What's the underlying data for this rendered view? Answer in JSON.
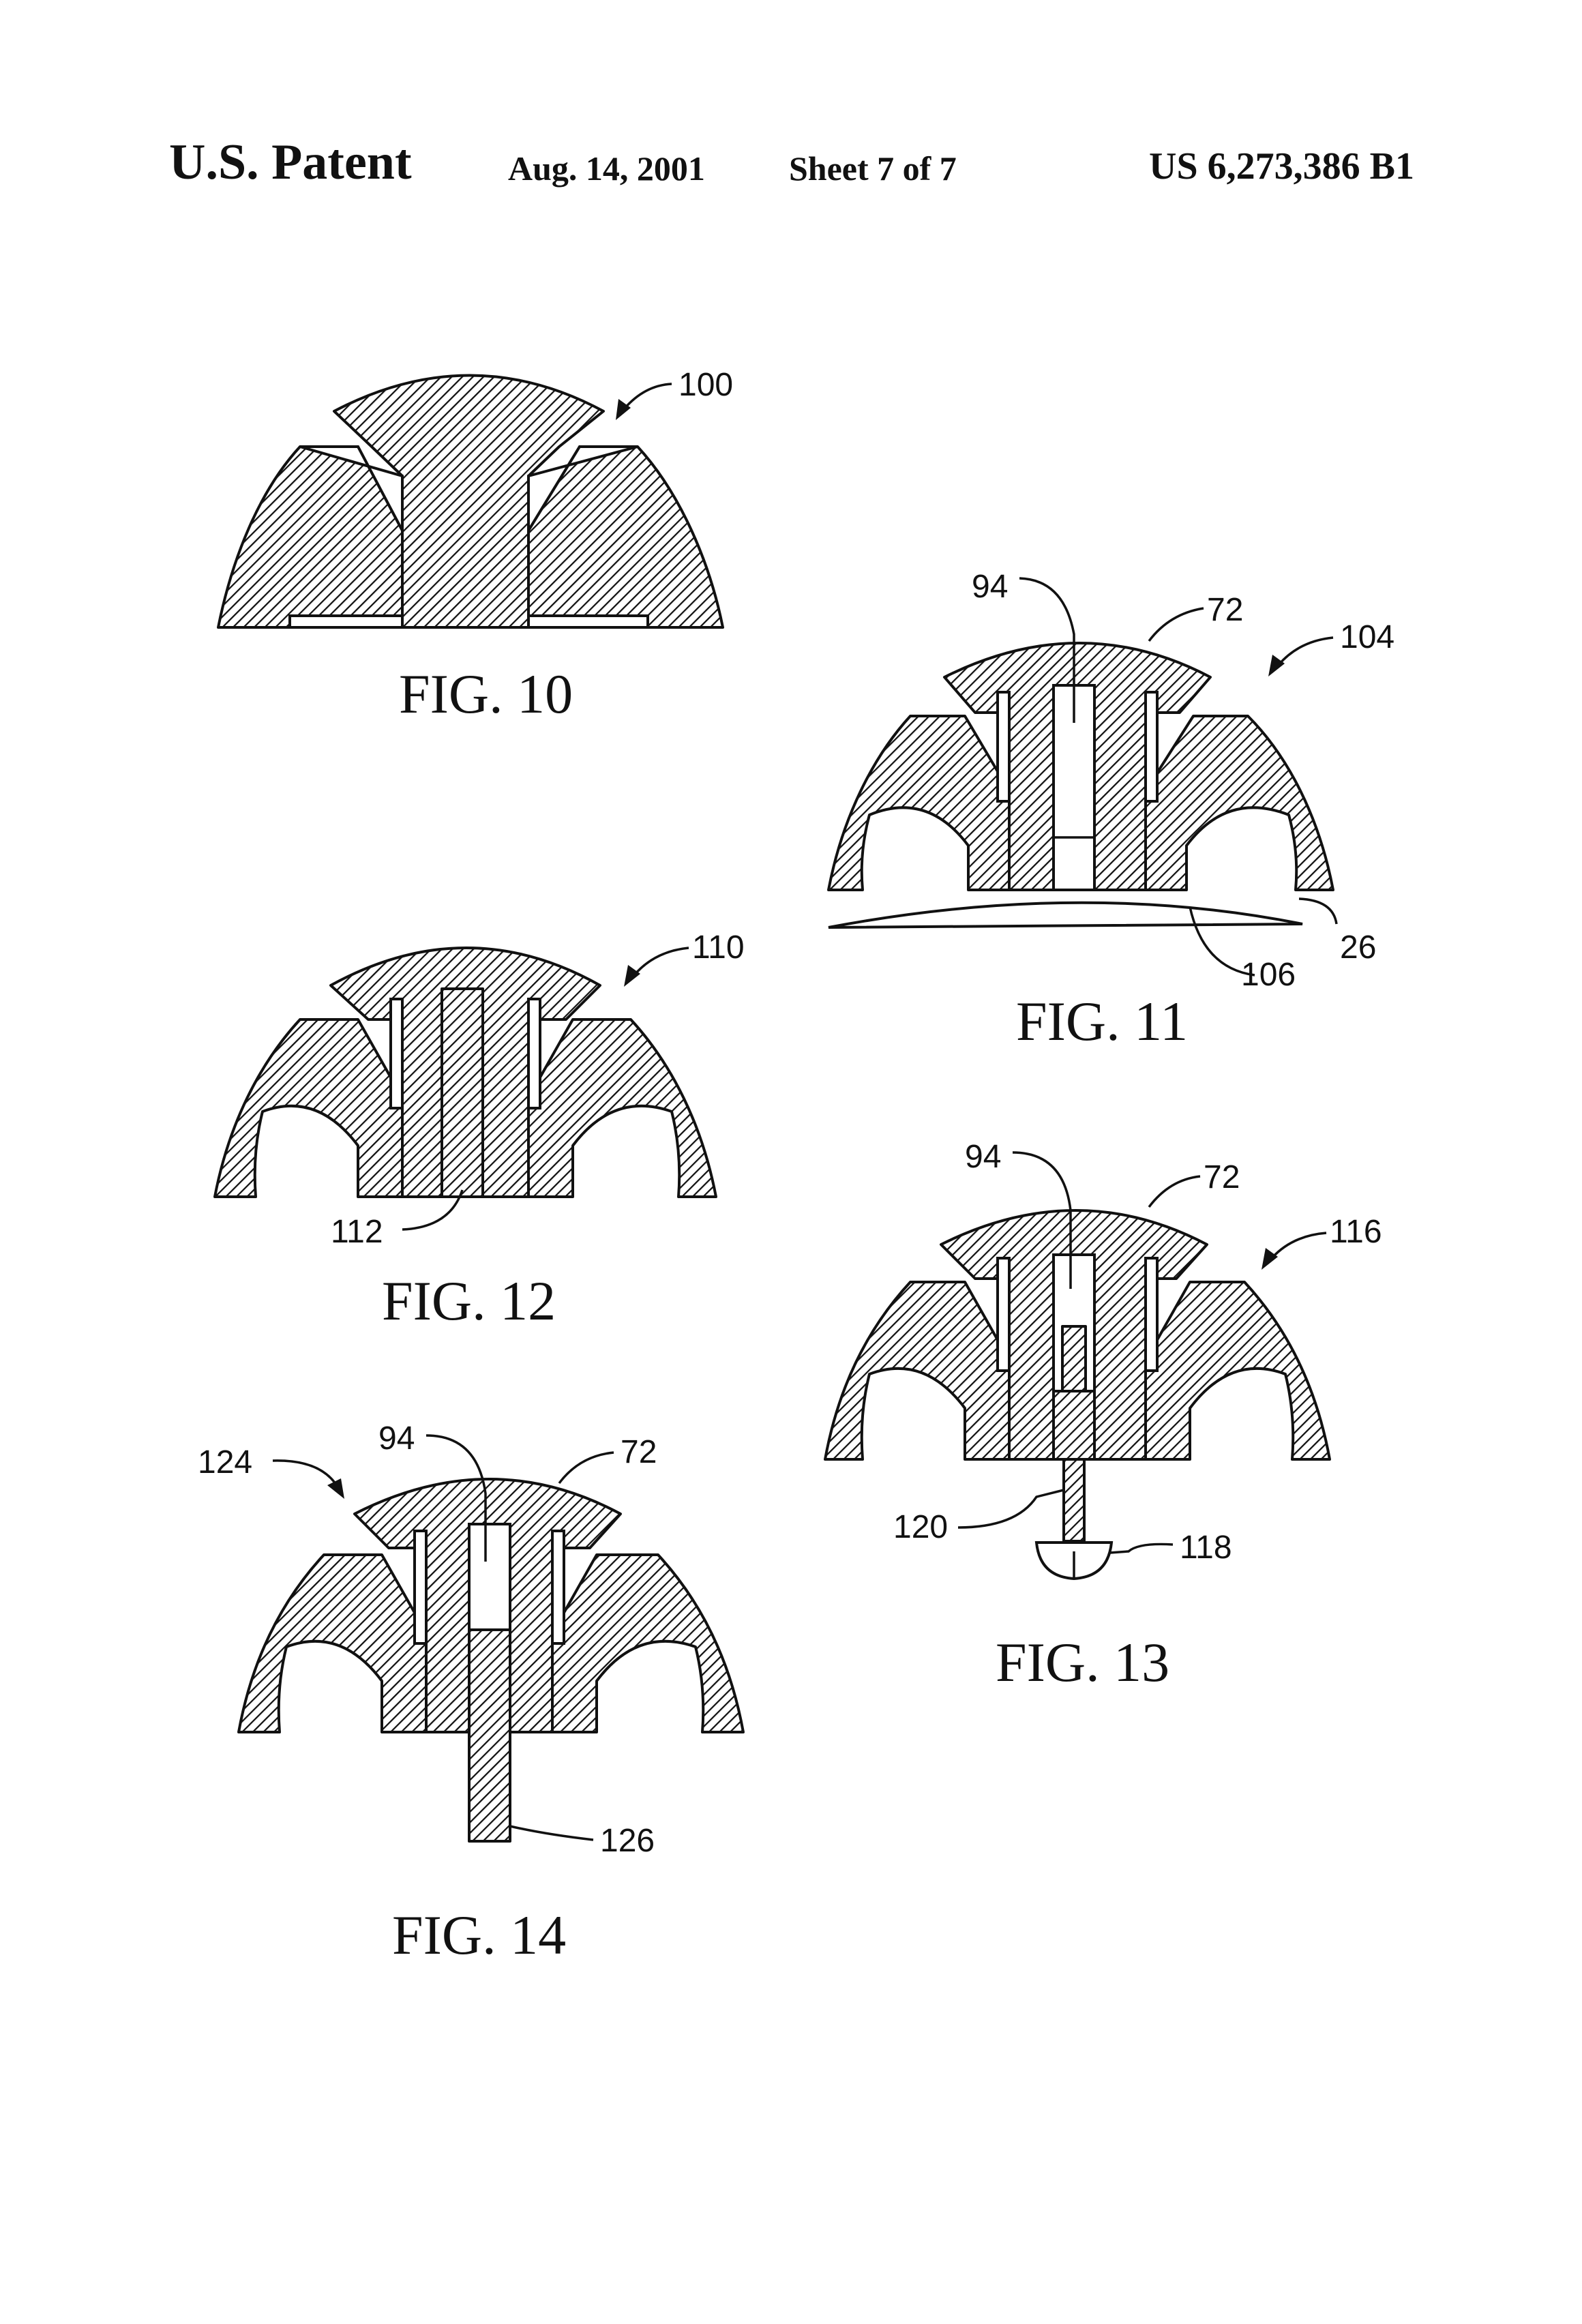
{
  "header": {
    "left": "U.S. Patent",
    "date": "Aug. 14, 2001",
    "sheet": "Sheet 7 of 7",
    "number": "US 6,273,386 B1"
  },
  "figures": {
    "fig10": {
      "label": "FIG. 10",
      "refs": {
        "assembly": "100"
      }
    },
    "fig11": {
      "label": "FIG. 11",
      "refs": {
        "bore": "94",
        "head": "72",
        "assembly": "104",
        "base": "26",
        "pad": "106"
      }
    },
    "fig12": {
      "label": "FIG. 12",
      "refs": {
        "assembly": "110",
        "insert": "112"
      }
    },
    "fig13": {
      "label": "FIG. 13",
      "refs": {
        "bore": "94",
        "head": "72",
        "assembly": "116",
        "screw": "118",
        "shank": "120"
      }
    },
    "fig14": {
      "label": "FIG. 14",
      "refs": {
        "assembly": "124",
        "bore": "94",
        "head": "72",
        "pin": "126"
      }
    }
  },
  "colors": {
    "ink": "#111111",
    "paper": "#ffffff"
  }
}
